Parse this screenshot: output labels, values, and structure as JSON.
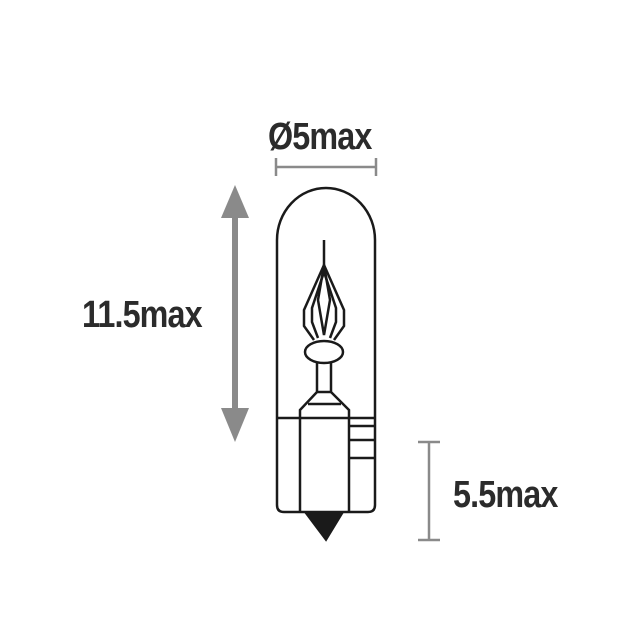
{
  "dimensions": {
    "diameter_label": "Ø5max",
    "height_label": "11.5max",
    "base_label": "5.5max"
  },
  "colors": {
    "outline": "#1a1a1a",
    "dimension_arrow": "#8a8a8a",
    "text": "#2b2b2b"
  }
}
